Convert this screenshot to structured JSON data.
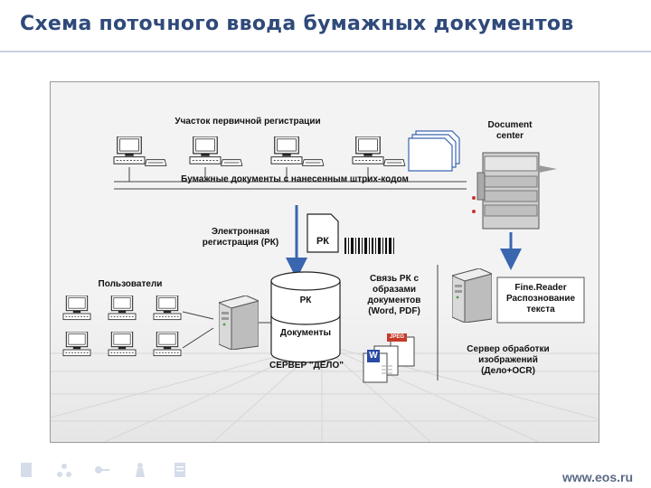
{
  "slide": {
    "title": "Схема поточного ввода бумажных документов",
    "url": "www.eos.ru"
  },
  "diagram": {
    "primary_registration": "Участок первичной регистрации",
    "document_center": [
      "Document",
      "center"
    ],
    "barcode_docs": "Бумажные документы с нанесенным штрих-кодом",
    "electronic_registration": [
      "Электронная",
      "регистрация (РК)"
    ],
    "rk_card": "РК",
    "users": "Пользователи",
    "db_top": "РК",
    "db_bottom": "Документы",
    "server_delo": "СЕРВЕР \"ДЕЛО\"",
    "link_rk": [
      "Связь РК с",
      "образами",
      "документов",
      "(Word, PDF)"
    ],
    "finereader": [
      "Fine.Reader",
      "Распознование",
      "текста"
    ],
    "ocr_server": [
      "Сервер обработки",
      "изображений",
      "(Дело+OCR)"
    ],
    "jpeg_tag": "JPEG",
    "word_tag": "W"
  },
  "colors": {
    "title": "#2f4a7a",
    "arrow": "#3a66b0",
    "panel_bg": "#f3f3f3"
  },
  "footer_icons": [
    "document-icon",
    "network-icon",
    "key-icon",
    "stamp-icon",
    "list-icon"
  ]
}
